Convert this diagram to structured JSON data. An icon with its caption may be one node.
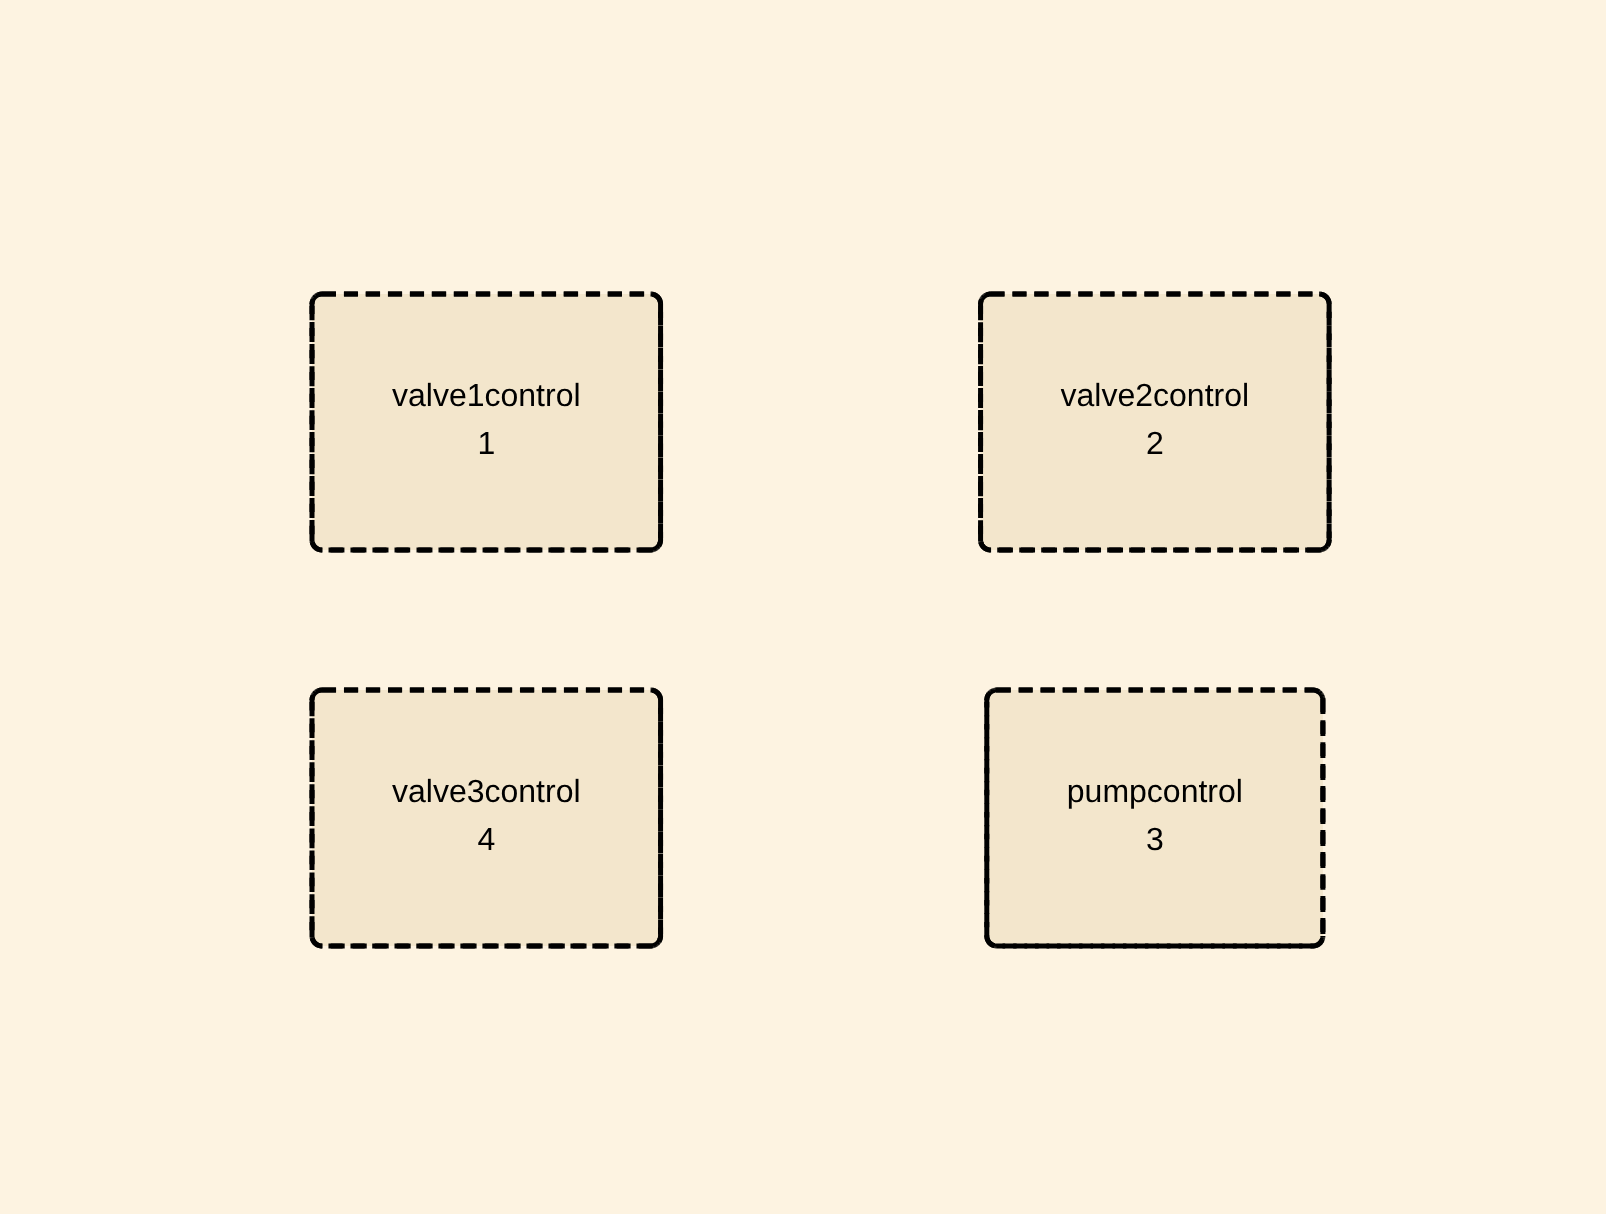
{
  "diagram": {
    "nodes": [
      {
        "text": [
          "valve1control",
          "1"
        ]
      },
      {
        "text": [
          "valve2control",
          "2"
        ]
      },
      {
        "text": [
          "valve3control",
          "4"
        ]
      },
      {
        "text": [
          "pumpcontrol",
          "3"
        ]
      }
    ]
  }
}
